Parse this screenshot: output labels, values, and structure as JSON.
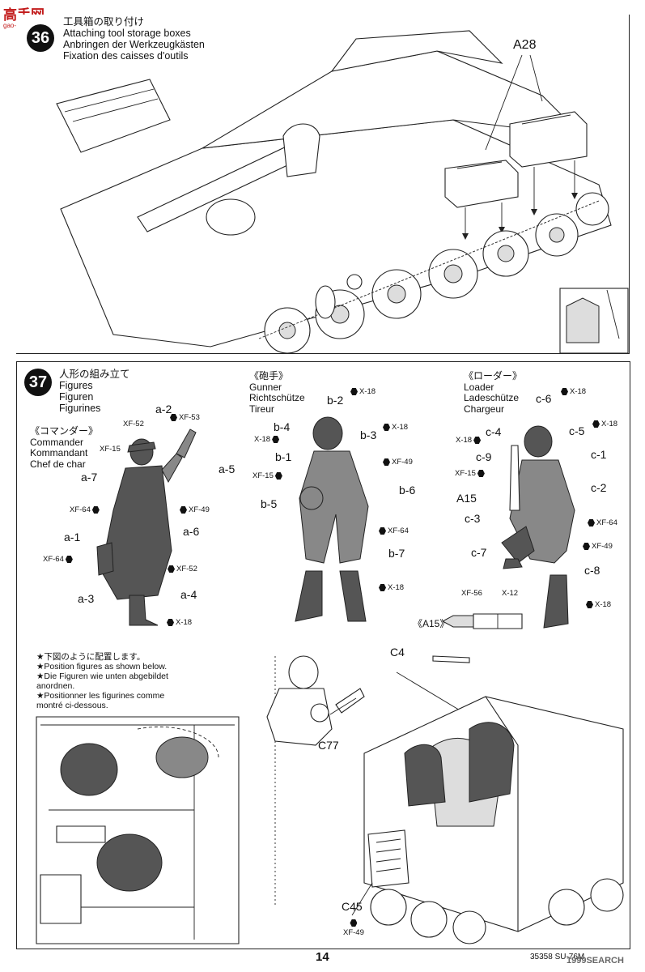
{
  "watermark": {
    "logo": "高手网",
    "url": "gao-shou.com"
  },
  "step36": {
    "number": "36",
    "title_jp": "工具箱の取り付け",
    "title_en": "Attaching tool storage boxes",
    "title_de": "Anbringen der Werkzeugkästen",
    "title_fr": "Fixation des caisses d'outils",
    "part_label": "A28"
  },
  "step37": {
    "number": "37",
    "title_jp": "人形の組み立て",
    "title_en": "Figures",
    "title_de": "Figuren",
    "title_fr": "Figurines",
    "commander": {
      "jp": "《コマンダー》",
      "en": "Commander",
      "de": "Kommandant",
      "fr": "Chef de char",
      "parts": [
        "a-2",
        "a-7",
        "a-5",
        "a-6",
        "a-1",
        "a-3",
        "a-4"
      ],
      "paints": [
        "XF-52",
        "XF-53",
        "XF-15",
        "XF-64",
        "XF-49",
        "XF-64",
        "XF-52",
        "X-18"
      ]
    },
    "gunner": {
      "jp": "《砲手》",
      "en": "Gunner",
      "de": "Richtschütze",
      "fr": "Tireur",
      "parts": [
        "b-2",
        "b-4",
        "b-3",
        "b-1",
        "b-6",
        "b-5",
        "b-7"
      ],
      "paints": [
        "X-18",
        "X-18",
        "X-18",
        "XF-15",
        "XF-49",
        "XF-64",
        "X-18"
      ]
    },
    "loader": {
      "jp": "《ローダー》",
      "en": "Loader",
      "de": "Ladeschütze",
      "fr": "Chargeur",
      "parts": [
        "c-6",
        "c-4",
        "c-5",
        "c-9",
        "c-1",
        "c-2",
        "A15",
        "c-3",
        "c-7",
        "c-8"
      ],
      "paints": [
        "X-18",
        "X-18",
        "X-18",
        "XF-15",
        "XF-64",
        "XF-49",
        "X-18"
      ]
    },
    "shell": {
      "label": "《A15》",
      "paints": [
        "XF-56",
        "X-12"
      ]
    },
    "note": {
      "jp": "★下図のように配置します。",
      "en": "★Position figures as shown below.",
      "de": "★Die Figuren wie unten abgebildet anordnen.",
      "fr": "★Positionner les figurines comme montré ci-dessous."
    },
    "assembly_parts": [
      "C4",
      "C77",
      "C45"
    ],
    "assembly_paint": "XF-49"
  },
  "footer": {
    "page_number": "14",
    "code": "35358 SU-76M",
    "stamp": "1999SEARCH"
  }
}
